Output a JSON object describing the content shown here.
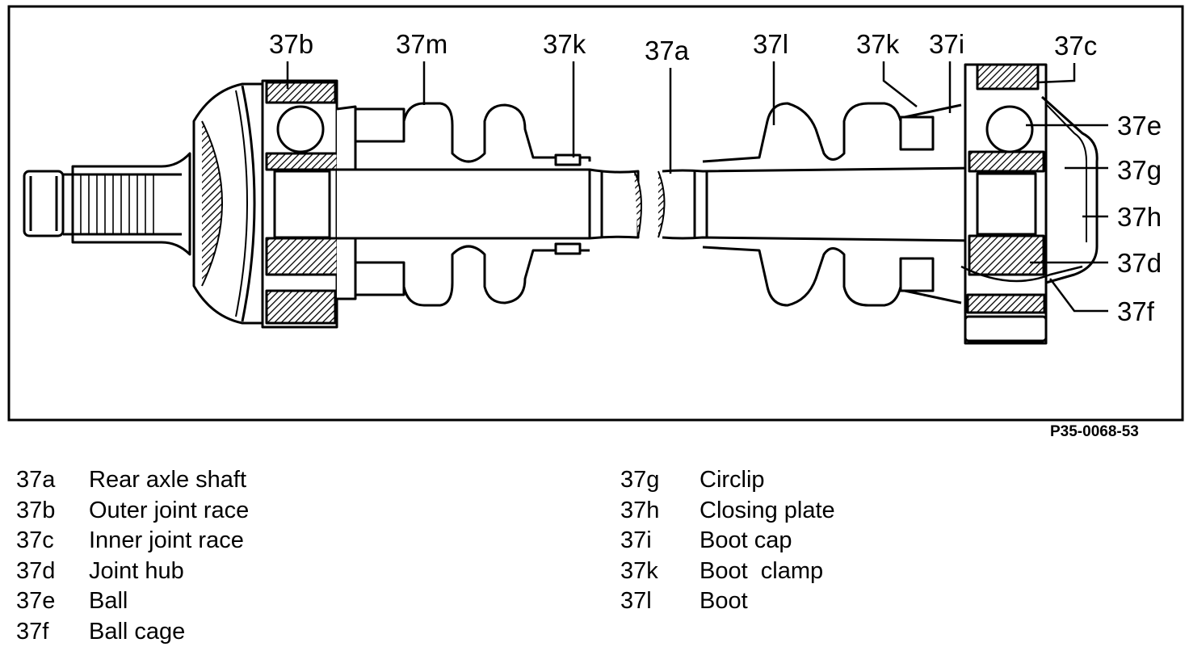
{
  "callouts": {
    "c37b": "37b",
    "c37m": "37m",
    "c37k_left": "37k",
    "c37a": "37a",
    "c37l": "37l",
    "c37k_right": "37k",
    "c37i": "37i",
    "c37c": "37c",
    "c37e": "37e",
    "c37g": "37g",
    "c37h": "37h",
    "c37d": "37d",
    "c37f": "37f"
  },
  "figure_code": "P35-0068-53",
  "legend_left": [
    {
      "code": "37a",
      "label": "Rear axle shaft"
    },
    {
      "code": "37b",
      "label": "Outer joint race"
    },
    {
      "code": "37c",
      "label": "Inner joint race"
    },
    {
      "code": "37d",
      "label": "Joint hub"
    },
    {
      "code": "37e",
      "label": "Ball"
    },
    {
      "code": "37f",
      "label": "Ball cage"
    }
  ],
  "legend_right": [
    {
      "code": "37g",
      "label": "Circlip"
    },
    {
      "code": "37h",
      "label": "Closing plate"
    },
    {
      "code": "37i",
      "label": "Boot cap"
    },
    {
      "code": "37k",
      "label": "Boot  clamp"
    },
    {
      "code": "37l",
      "label": "Boot"
    }
  ]
}
